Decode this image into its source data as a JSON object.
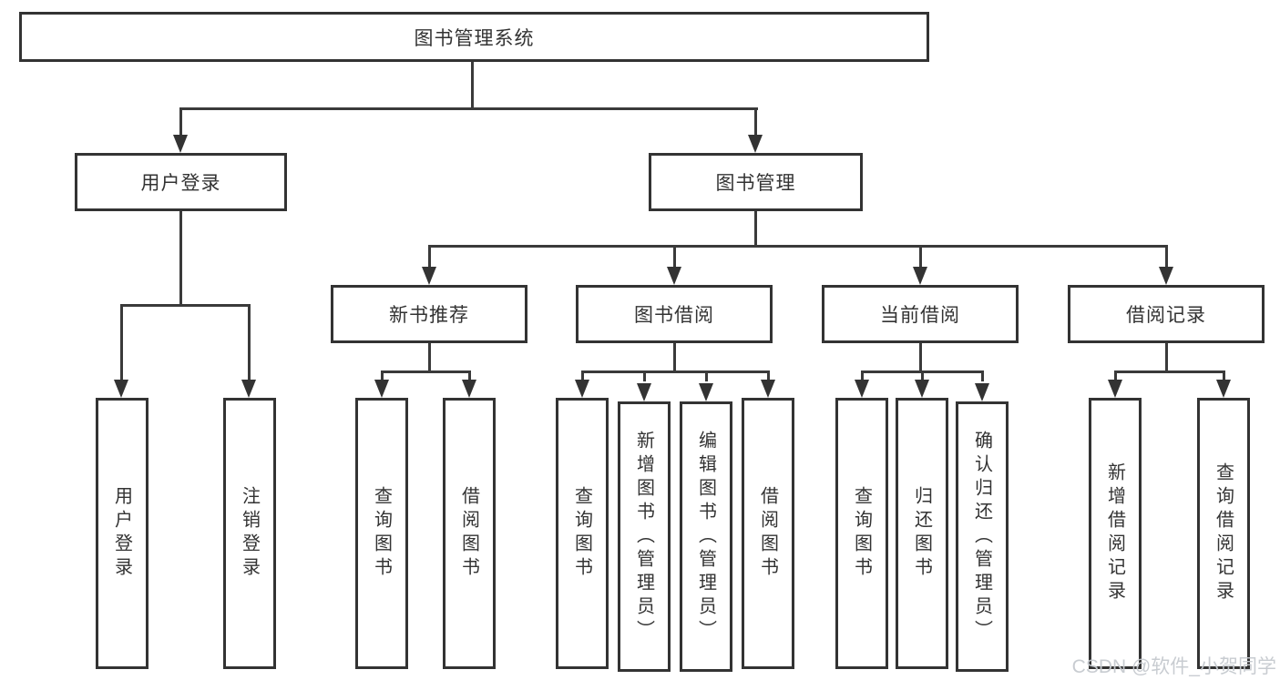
{
  "diagram": {
    "root": {
      "label": "图书管理系统"
    },
    "level2": [
      {
        "label": "用户登录"
      },
      {
        "label": "图书管理"
      }
    ],
    "level3": [
      {
        "label": "新书推荐"
      },
      {
        "label": "图书借阅"
      },
      {
        "label": "当前借阅"
      },
      {
        "label": "借阅记录"
      }
    ],
    "leaves": {
      "user_login": [
        {
          "label": "用户登录"
        },
        {
          "label": "注销登录"
        }
      ],
      "new_book": [
        {
          "label": "查询图书"
        },
        {
          "label": "借阅图书"
        }
      ],
      "book_borrow": [
        {
          "label": "查询图书"
        },
        {
          "label": "新增图书（管理员）"
        },
        {
          "label": "编辑图书（管理员）"
        },
        {
          "label": "借阅图书"
        }
      ],
      "current_borrow": [
        {
          "label": "查询图书"
        },
        {
          "label": "归还图书"
        },
        {
          "label": "确认归还（管理员）"
        }
      ],
      "borrow_record": [
        {
          "label": "新增借阅记录"
        },
        {
          "label": "查询借阅记录"
        }
      ]
    },
    "watermark": "CSDN @软件_小贺同学",
    "colors": {
      "line": "#3a3a3a",
      "border": "#333333",
      "text": "#333333",
      "background": "#ffffff",
      "watermark": "#c6cacf"
    }
  }
}
